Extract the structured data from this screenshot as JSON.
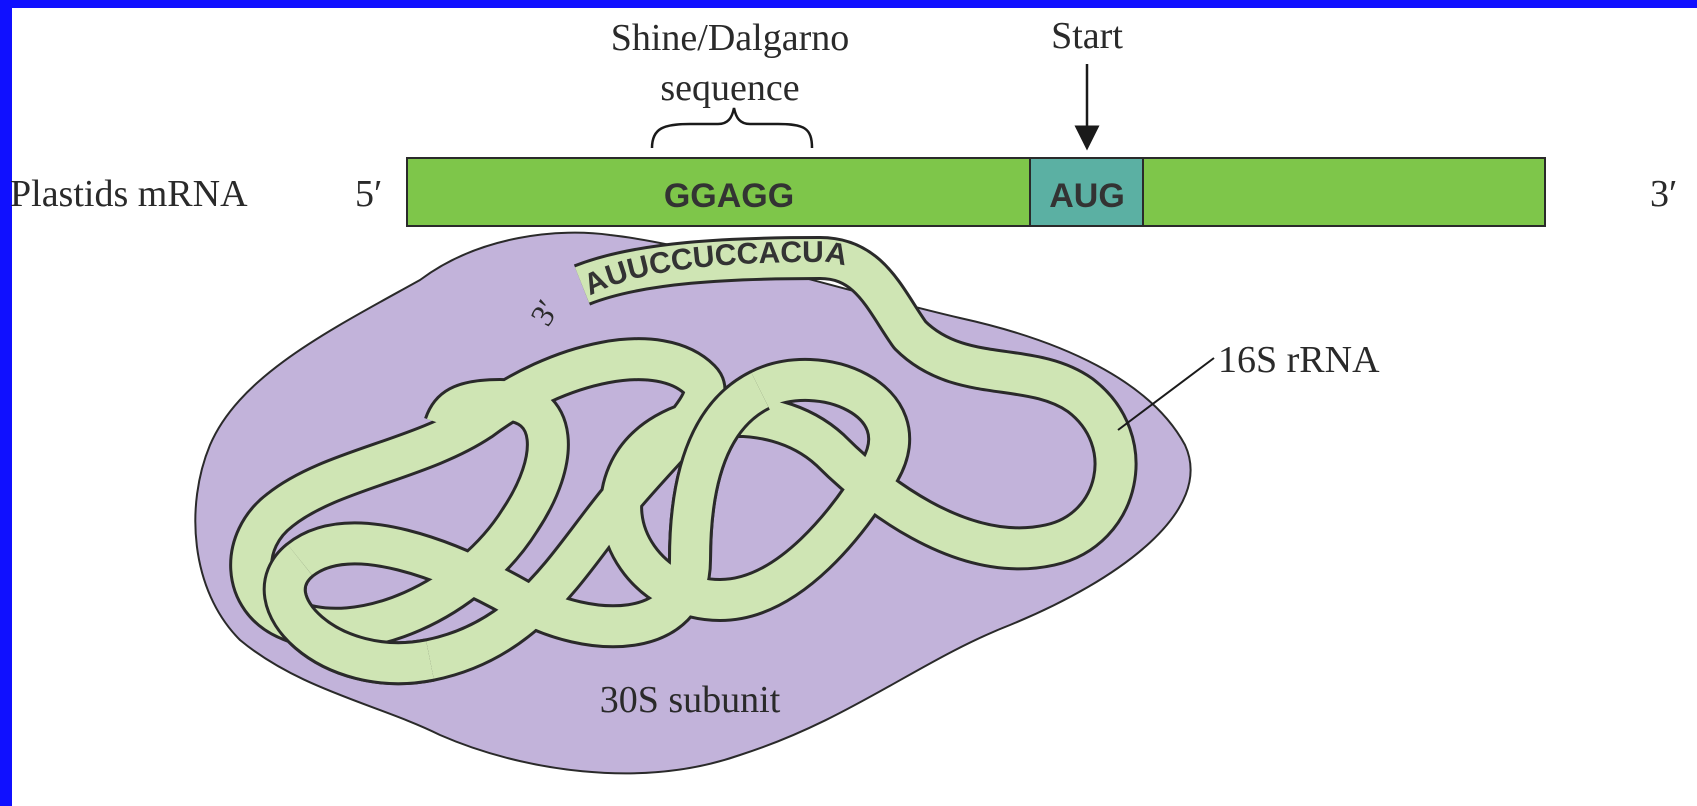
{
  "colors": {
    "border": "#1010ff",
    "background": "#ffffff",
    "mrna": "#7ec64a",
    "start_codon_box": "#5bb0a3",
    "subunit_30s": "#c2b3da",
    "rrna_16s": "#cfe5b4",
    "outline": "#2a2a2a"
  },
  "labels": {
    "shine_dalgarno_line1": "Shine/Dalgarno",
    "shine_dalgarno_line2": "sequence",
    "start": "Start",
    "mrna_name": "Plastids mRNA",
    "five_prime": "5′",
    "three_prime_mrna": "3′",
    "three_prime_rrna": "3′",
    "sd_sequence": "GGAGG",
    "start_codon": "AUG",
    "rrna_sequence": "AUUCCUCCACUA",
    "rrna_name": "16S rRNA",
    "subunit_name": "30S subunit"
  }
}
